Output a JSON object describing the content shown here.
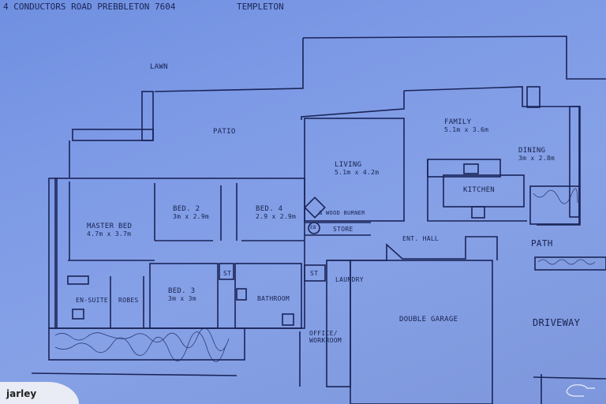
{
  "header": {
    "address": "4 CONDUCTORS ROAD  PREBBLETON 7604",
    "extra": "TEMPLETON"
  },
  "rooms": {
    "lawn": {
      "name": "LAWN"
    },
    "patio": {
      "name": "PATIO"
    },
    "family": {
      "name": "FAMILY",
      "dims": "5.1m x 3.6m"
    },
    "living": {
      "name": "LIVING",
      "dims": "5.1m x 4.2m"
    },
    "dining": {
      "name": "DINING",
      "dims": "3m x 2.8m"
    },
    "kitchen": {
      "name": "KITCHEN"
    },
    "master": {
      "name": "MASTER BED",
      "dims": "4.7m x 3.7m"
    },
    "bed2": {
      "name": "BED. 2",
      "dims": "3m x 2.9m"
    },
    "bed4": {
      "name": "BED. 4",
      "dims": "2.9 x 2.9m"
    },
    "bed3": {
      "name": "BED. 3",
      "dims": "3m x 3m"
    },
    "ensuite": {
      "name": "EN-SUITE"
    },
    "robes": {
      "name": "ROBES"
    },
    "st1": {
      "name": "ST"
    },
    "st2": {
      "name": "ST"
    },
    "bathroom": {
      "name": "BATHROOM"
    },
    "laundry": {
      "name": "LAUNDRY"
    },
    "office": {
      "name": "OFFICE/",
      "name2": "WORKROOM"
    },
    "garage": {
      "name": "DOUBLE GARAGE"
    },
    "enthall": {
      "name": "ENT. HALL"
    },
    "store": {
      "name": "STORE"
    },
    "woodburner": {
      "name": "& WOOD BURNER"
    },
    "eb": {
      "name": "EB"
    },
    "path": {
      "name": "PATH"
    },
    "driveway": {
      "name": "DRIVEWAY"
    }
  },
  "footer": {
    "brand": "jarley"
  },
  "colors": {
    "paper": "#7d9ae6",
    "ink": "#17224f"
  }
}
